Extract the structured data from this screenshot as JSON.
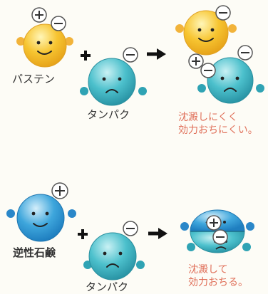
{
  "row1": {
    "left_label": "パステン",
    "middle_label": "タンパク",
    "result_lines": [
      "沈澱しにくく",
      "効力おちにくい。"
    ]
  },
  "row2": {
    "left_label": "逆性石鹸",
    "middle_label": "タンパク",
    "result_lines": [
      "沈澱して",
      "効力おちる。"
    ]
  },
  "colors": {
    "yellow_face": "#f7c531",
    "blue_face": "#4fb6d4",
    "cyan_face": "#3fb5c3",
    "result_text": "#e0705a"
  }
}
